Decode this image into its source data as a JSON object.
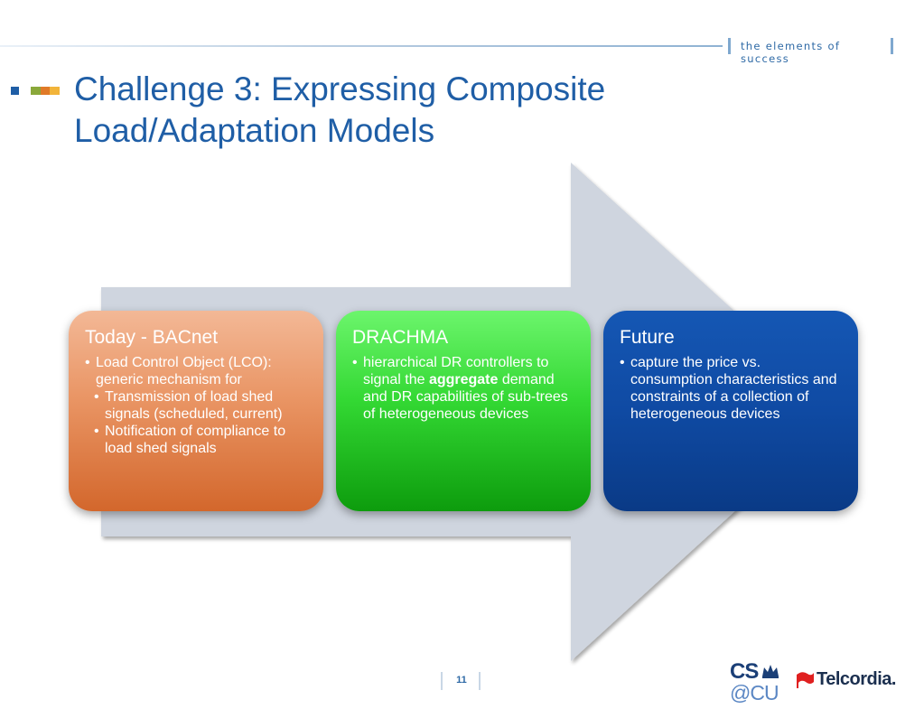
{
  "header": {
    "tagline": "the elements of success"
  },
  "slide": {
    "title": "Challenge 3: Expressing Composite Load/Adaptation Models"
  },
  "cards": [
    {
      "title": "Today - BACnet",
      "items": [
        {
          "text": "Load Control Object (LCO): generic mechanism for",
          "level": 1
        },
        {
          "text": "Transmission of load shed signals (scheduled, current)",
          "level": 2
        },
        {
          "text": "Notification of compliance to load shed signals",
          "level": 2
        }
      ]
    },
    {
      "title": "DRACHMA",
      "items": [
        {
          "text_before": "hierarchical DR controllers to signal the ",
          "bold": "aggregate",
          "text_after": " demand and DR capabilities of sub-trees of heterogeneous devices",
          "level": 1
        }
      ]
    },
    {
      "title": "Future",
      "items": [
        {
          "text": "capture the price vs. consumption characteristics and constraints of a collection of heterogeneous devices",
          "level": 1
        }
      ]
    }
  ],
  "footer": {
    "page_number": "11",
    "logo_cs": "CS",
    "logo_cu": "@CU",
    "logo_telcordia": "Telcordia."
  },
  "colors": {
    "title": "#1f5ea6",
    "arrow": "#cfd5df",
    "orange": "#e99463",
    "green": "#33d833",
    "blue": "#0f4aa3",
    "telcordia_red": "#e02020"
  }
}
